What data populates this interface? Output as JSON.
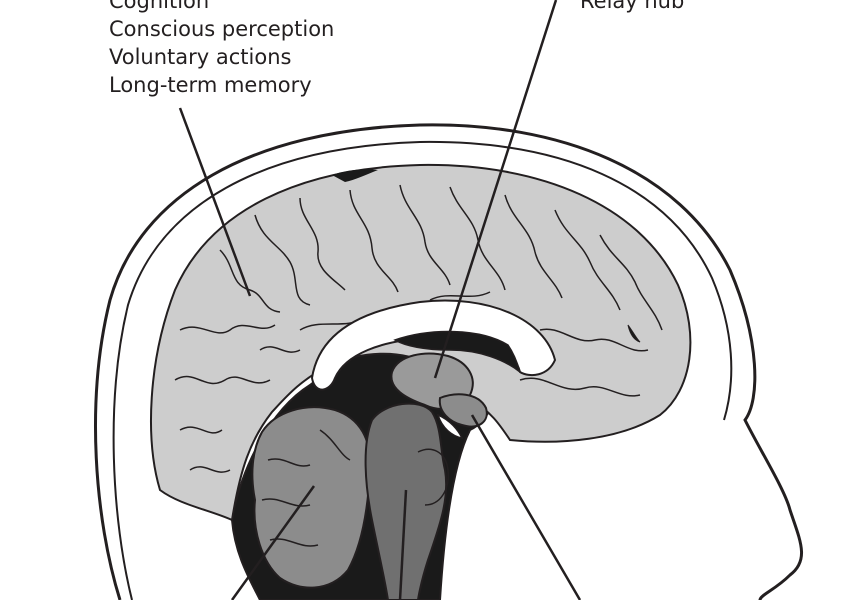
{
  "cerebrum_functions": [
    "Cognition",
    "Conscious perception",
    "Voluntary actions",
    "Long-term memory"
  ],
  "thalamus_label": "Relay hub",
  "colors": {
    "outline": "#231f20",
    "cortex_fill": "#cdcdcd",
    "cerebellum_fill": "#8c8c8c",
    "brainstem_fill": "#707070",
    "thalamus_fill": "#9a9a9a",
    "background_dark": "#1a1a1a"
  }
}
